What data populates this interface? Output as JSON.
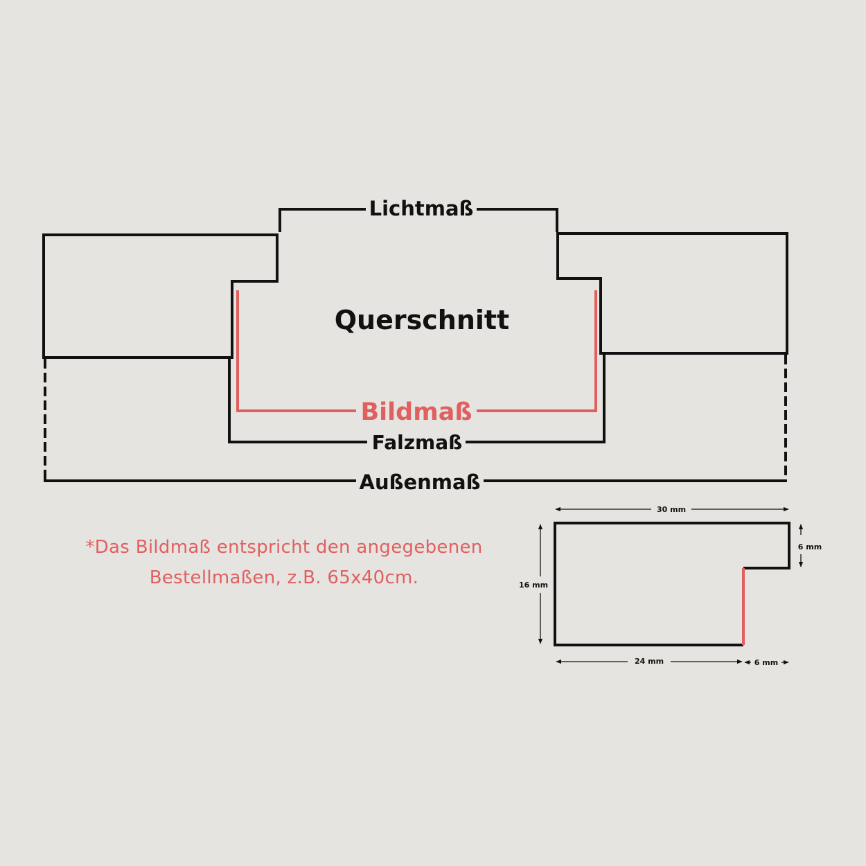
{
  "labels": {
    "lichtmass": "Lichtmaß",
    "querschnitt": "Querschnitt",
    "bildmass": "Bildmaß",
    "falzmass": "Falzmaß",
    "aussenmass": "Außenmaß"
  },
  "note": {
    "line1": "*Das Bildmaß entspricht den angegebenen",
    "line2": "Bestellmaßen, z.B. 65x40cm."
  },
  "profile": {
    "width_top": "30 mm",
    "height_left": "16 mm",
    "rebate_depth": "6 mm",
    "width_bottom": "24 mm",
    "rebate_width": "6 mm"
  },
  "colors": {
    "background": "#e6e4e0",
    "line": "#111111",
    "accent": "#e06060"
  }
}
